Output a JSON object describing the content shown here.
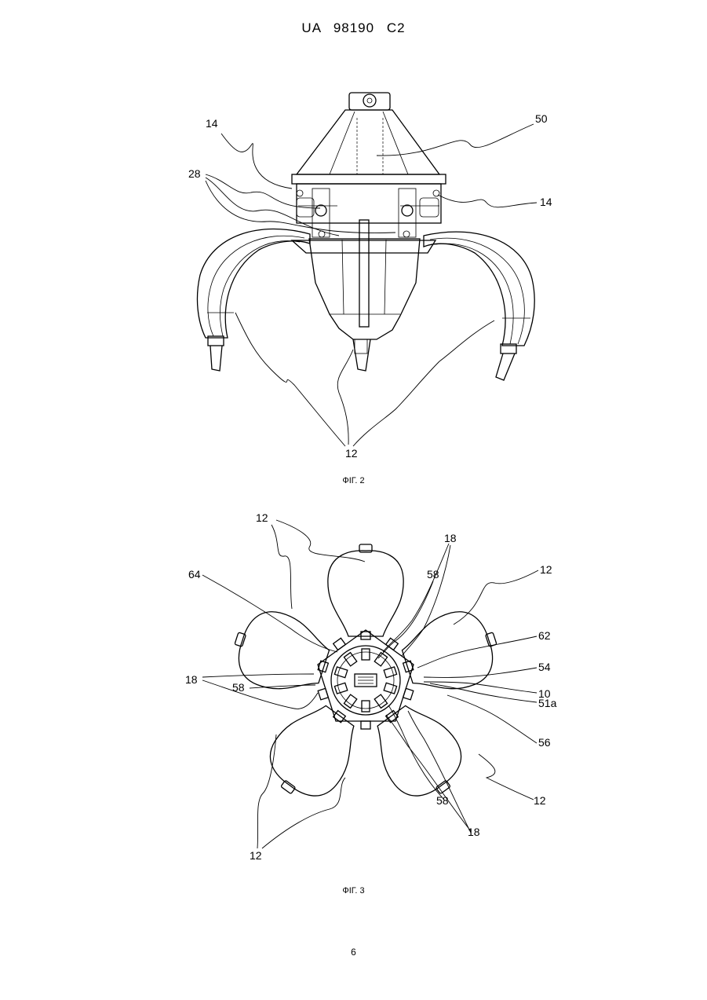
{
  "header": {
    "document_number": "UA   98190   C2"
  },
  "figure2": {
    "caption": "ФІГ. 2",
    "labels": {
      "l14a": "14",
      "l50": "50",
      "l28": "28",
      "l14b": "14",
      "l12": "12"
    }
  },
  "figure3": {
    "caption": "ФІГ. 3",
    "labels": {
      "l12top": "12",
      "l18top": "18",
      "l58top": "58",
      "l12right": "12",
      "l64": "64",
      "l62": "62",
      "l54": "54",
      "l18left": "18",
      "l58left": "58",
      "l10": "10",
      "l51a": "51a",
      "l56": "56",
      "l12lr": "12",
      "l58bot": "58",
      "l18bot": "18",
      "l12bot": "12"
    }
  },
  "page_number": "6"
}
